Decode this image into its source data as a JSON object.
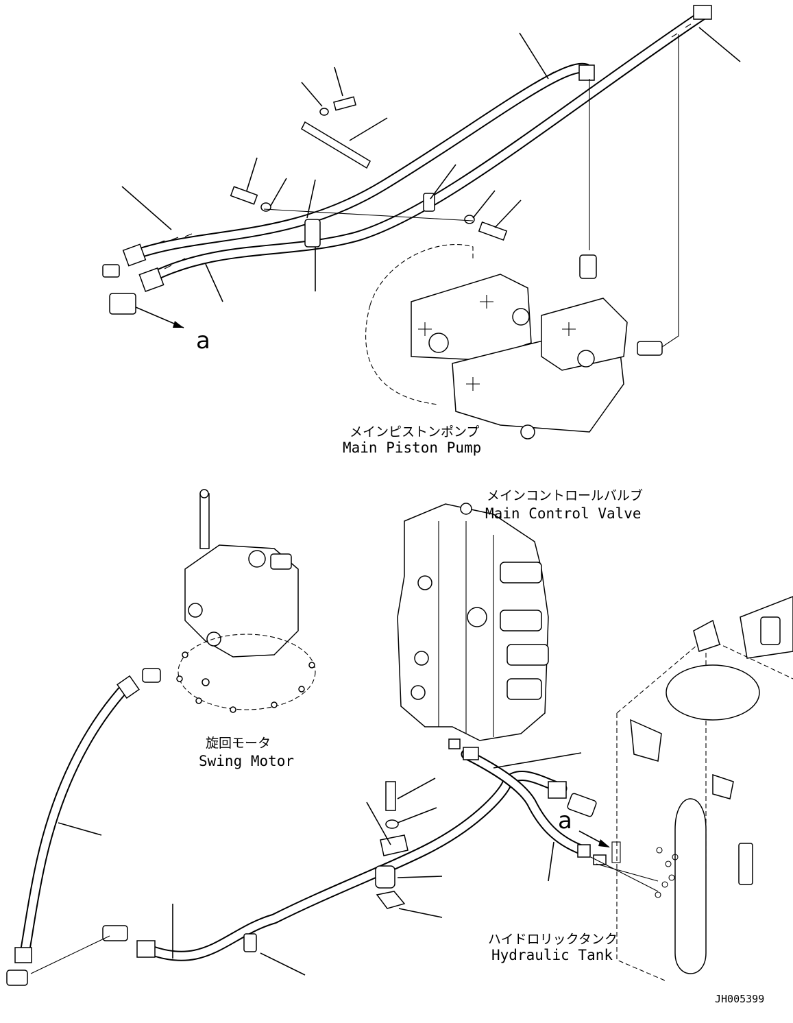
{
  "labels": {
    "pump_jp": "メインピストンポンプ",
    "pump_en": "Main Piston Pump",
    "valve_jp": "メインコントロールバルブ",
    "valve_en": "Main Control Valve",
    "swing_jp": "旋回モータ",
    "swing_en": "Swing Motor",
    "tank_jp": "ハイドロリックタンク",
    "tank_en": "Hydraulic Tank",
    "ref_top": "a",
    "ref_bottom": "a",
    "drawing_code": "JH005399"
  }
}
